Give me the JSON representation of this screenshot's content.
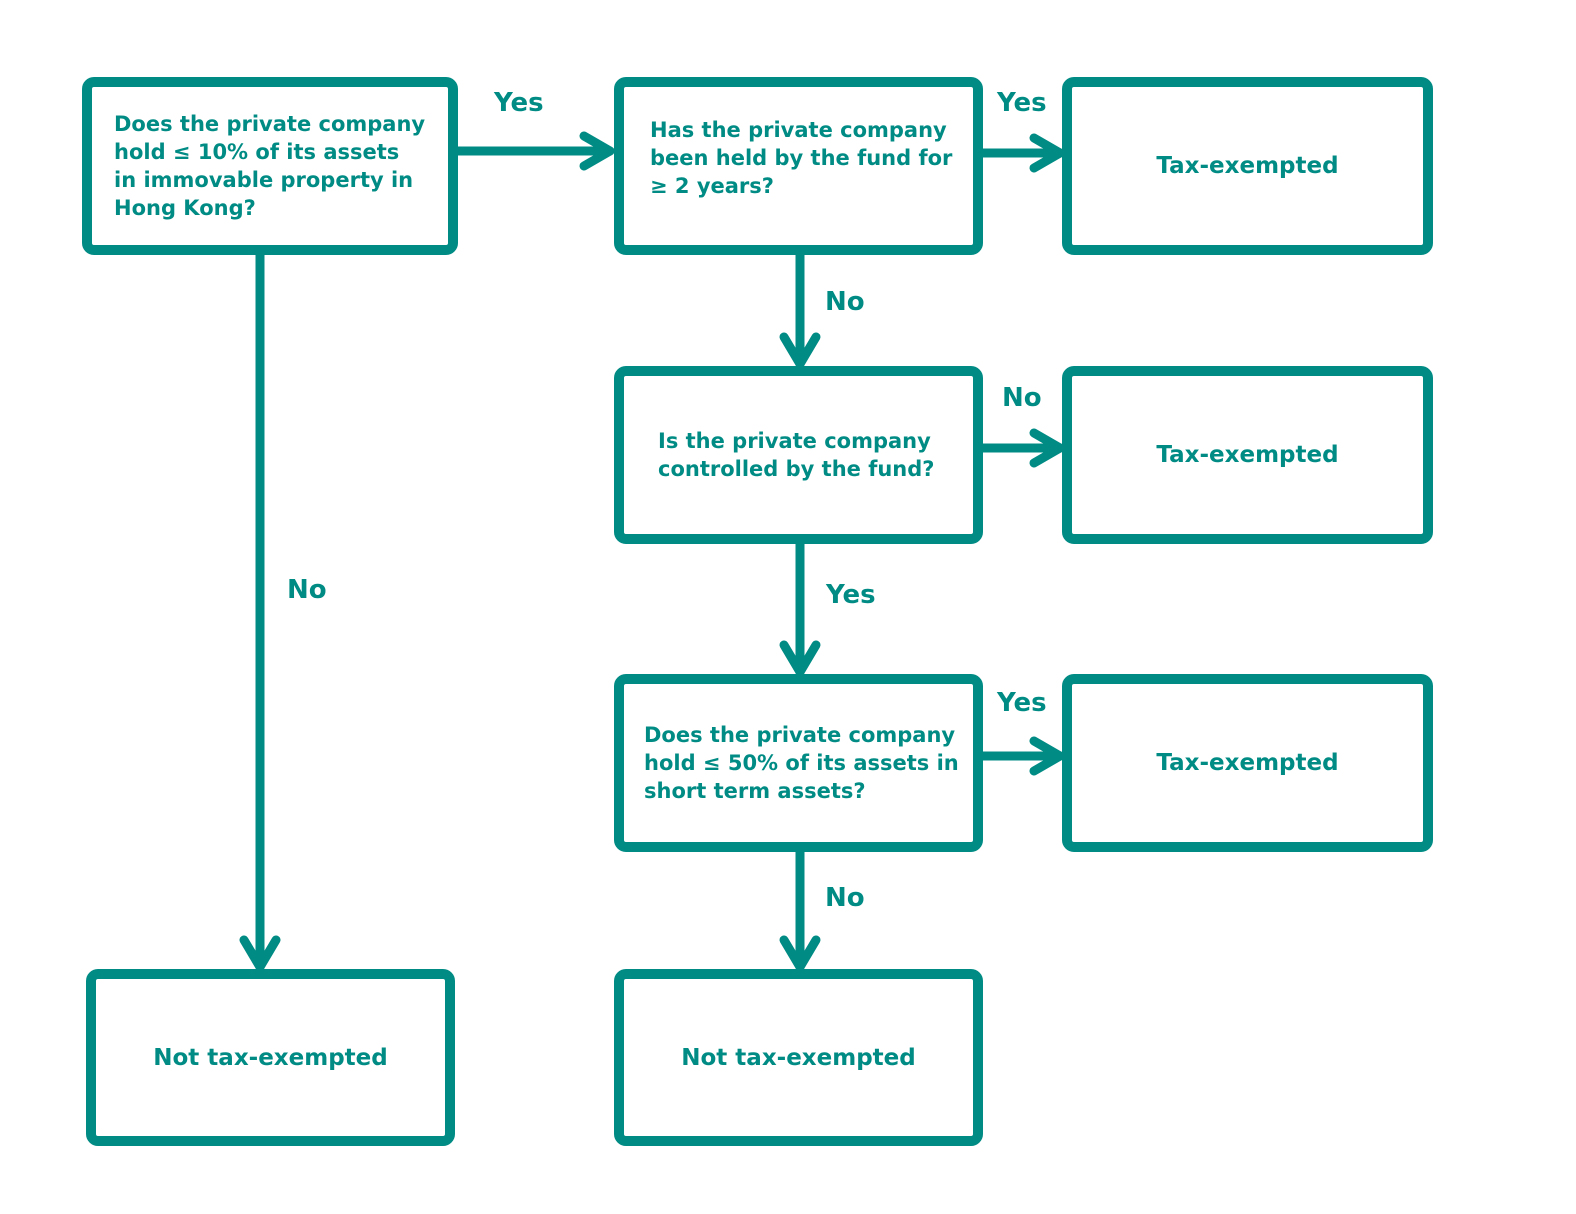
{
  "colors": {
    "accent": "#008b84",
    "background": "#ffffff"
  },
  "nodes": {
    "q1": "Does the private company hold ≤ 10% of its assets in immovable property in Hong Kong?",
    "q2": "Has the private company been held by the fund for ≥ 2 years?",
    "q3": "Is the private company controlled by the fund?",
    "q4": "Does the private company hold ≤ 50% of its assets in short term assets?",
    "exempt_1": "Tax-exempted",
    "exempt_2": "Tax-exempted",
    "exempt_3": "Tax-exempted",
    "not_exempt_1": "Not tax-exempted",
    "not_exempt_2": "Not tax-exempted"
  },
  "edges": [
    {
      "from": "q1",
      "to": "q2",
      "label": "Yes"
    },
    {
      "from": "q1",
      "to": "not_exempt_1",
      "label": "No"
    },
    {
      "from": "q2",
      "to": "exempt_1",
      "label": "Yes"
    },
    {
      "from": "q2",
      "to": "q3",
      "label": "No"
    },
    {
      "from": "q3",
      "to": "exempt_2",
      "label": "No"
    },
    {
      "from": "q3",
      "to": "q4",
      "label": "Yes"
    },
    {
      "from": "q4",
      "to": "exempt_3",
      "label": "Yes"
    },
    {
      "from": "q4",
      "to": "not_exempt_2",
      "label": "No"
    }
  ]
}
